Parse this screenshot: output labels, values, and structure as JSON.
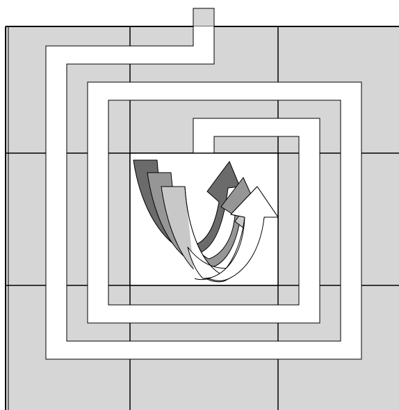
{
  "diagram": {
    "kind": "spiral-maze-with-curved-arrows",
    "colors": {
      "background": "#ffffff",
      "tile_fill": "#d6d6d6",
      "grid_line": "#000000",
      "path_fill": "#ffffff",
      "arrow_dark": "#6b6b6b",
      "arrow_mid": "#969696",
      "arrow_light": "#c8c8c8",
      "arrow_white": "#ffffff"
    },
    "arrows": [
      {
        "id": "arrow-dark",
        "shade": "dark"
      },
      {
        "id": "arrow-mid",
        "shade": "mid"
      },
      {
        "id": "arrow-light",
        "shade": "light"
      },
      {
        "id": "arrow-white",
        "shade": "white"
      }
    ]
  }
}
